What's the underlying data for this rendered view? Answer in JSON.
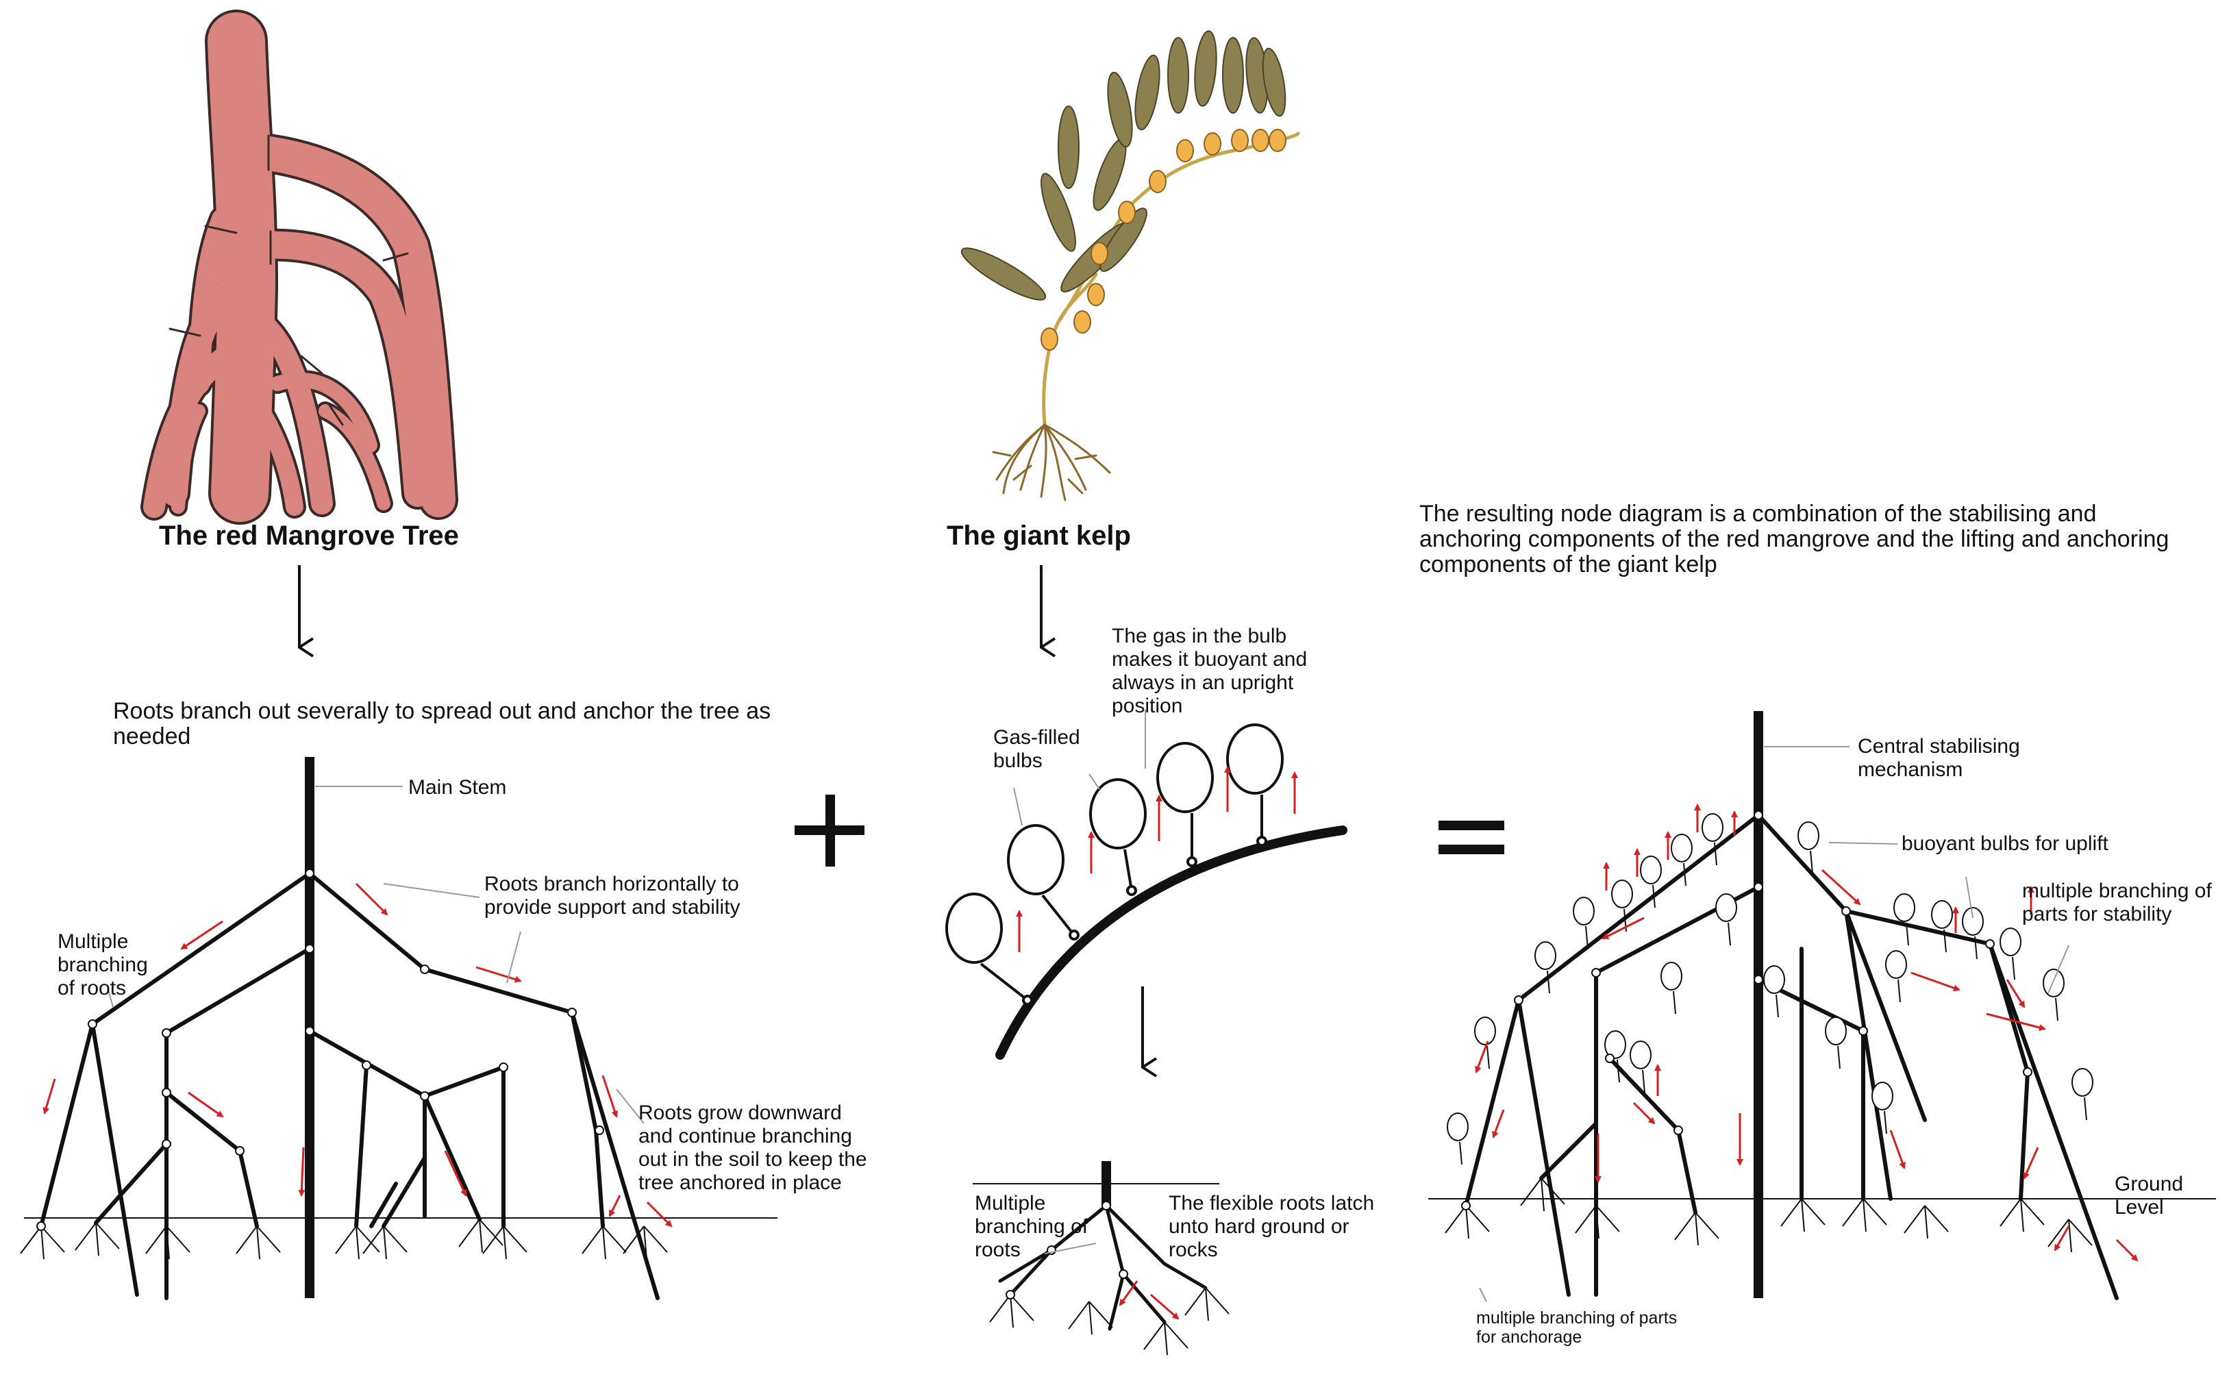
{
  "mangrove": {
    "title": "The red Mangrove Tree",
    "caption": "Roots branch out severally to spread out and anchor the tree as needed",
    "labels": {
      "main_stem": "Main Stem",
      "horizontal": "Roots branch horizontally to provide support and stability",
      "multiple": "Multiple branching of roots",
      "downward": "Roots grow downward and continue branching out in the soil to keep the tree anchored in place"
    }
  },
  "kelp": {
    "title": "The giant kelp",
    "labels": {
      "gas_filled": "Gas-filled bulbs",
      "gas_in_bulb": "The gas in the bulb makes it buoyant and always in an upright position",
      "multiple": "Multiple branching of roots",
      "flexible": "The flexible roots latch unto hard ground or rocks"
    }
  },
  "result": {
    "description": "The resulting node diagram is a combination of the stabilising and anchoring components of the red mangrove and the lifting and anchoring components of the giant kelp",
    "labels": {
      "central": "Central stabilising mechanism",
      "buoyant": "buoyant bulbs for uplift",
      "stability": "multiple branching of parts for stability",
      "ground": "Ground Level",
      "anchorage": "multiple branching of parts for anchorage"
    }
  },
  "colors": {
    "line": "#111111",
    "arrow": "#d42020",
    "mangrove_root": "#d9857d",
    "mangrove_outline": "#3a2a2a",
    "kelp_leaf": "#8b8150",
    "kelp_bulb": "#f2b24b",
    "kelp_stem": "#c8a54a"
  },
  "icons": {
    "plus": "plus-icon",
    "equals": "equals-icon",
    "down_arrow": "down-arrow-icon"
  }
}
